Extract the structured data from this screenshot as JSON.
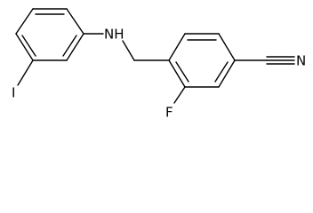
{
  "molecule": {
    "atoms": {
      "amine": "NH",
      "nitrile_n": "N",
      "fluorine": "F",
      "iodine": "I"
    },
    "colors": {
      "bond": "#000000",
      "label": "#000000",
      "background": "#ffffff"
    }
  }
}
